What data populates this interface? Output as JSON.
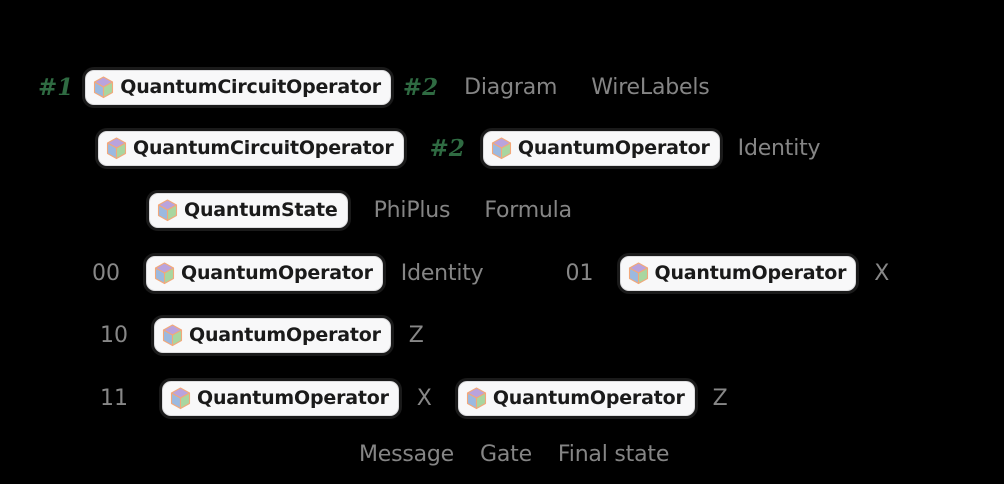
{
  "background_color": "#000000",
  "palette": {
    "pill_bg": "#f8f8f9",
    "pill_border": "#dcdcde",
    "pill_text": "#1a1a1a",
    "gray_label": "#858585",
    "green_ref": "#2f6b42",
    "cube_top": "#b9a3dd",
    "cube_left": "#9bb9e0",
    "cube_right": "#a9d6a0",
    "cube_edge": "#f2a87a"
  },
  "icons": {
    "cube": "cube-icon"
  },
  "rows": [
    {
      "id": "row1",
      "items": [
        {
          "kind": "ref",
          "text": "#1"
        },
        {
          "kind": "pill",
          "text": "QuantumCircuitOperator"
        },
        {
          "kind": "ref",
          "text": "#2"
        },
        {
          "kind": "gray",
          "text": "Diagram"
        },
        {
          "kind": "gray",
          "text": "WireLabels"
        }
      ]
    },
    {
      "id": "row2",
      "items": [
        {
          "kind": "pill",
          "text": "QuantumCircuitOperator"
        },
        {
          "kind": "ref",
          "text": "#2"
        },
        {
          "kind": "pill",
          "text": "QuantumOperator"
        },
        {
          "kind": "gray",
          "text": "Identity"
        }
      ]
    },
    {
      "id": "row3",
      "items": [
        {
          "kind": "pill",
          "text": "QuantumState"
        },
        {
          "kind": "gray",
          "text": "PhiPlus"
        },
        {
          "kind": "gray",
          "text": "Formula"
        }
      ]
    },
    {
      "id": "row4",
      "items": [
        {
          "kind": "bits",
          "text": "00"
        },
        {
          "kind": "pill",
          "text": "QuantumOperator"
        },
        {
          "kind": "gray",
          "text": "Identity"
        },
        {
          "kind": "bits",
          "text": "01"
        },
        {
          "kind": "pill",
          "text": "QuantumOperator"
        },
        {
          "kind": "gate",
          "text": "X"
        }
      ]
    },
    {
      "id": "row5",
      "items": [
        {
          "kind": "bits",
          "text": "10"
        },
        {
          "kind": "pill",
          "text": "QuantumOperator"
        },
        {
          "kind": "gate",
          "text": "Z"
        }
      ]
    },
    {
      "id": "row6",
      "items": [
        {
          "kind": "bits",
          "text": "11"
        },
        {
          "kind": "pill",
          "text": "QuantumOperator"
        },
        {
          "kind": "gate",
          "text": "X"
        },
        {
          "kind": "pill",
          "text": "QuantumOperator"
        },
        {
          "kind": "gate",
          "text": "Z"
        }
      ]
    },
    {
      "id": "row7",
      "items": [
        {
          "kind": "gray",
          "text": "Message"
        },
        {
          "kind": "gray",
          "text": "Gate"
        },
        {
          "kind": "gray",
          "text": "Final state"
        }
      ]
    }
  ],
  "row1": {
    "ref1": "#1",
    "pill1": "QuantumCircuitOperator",
    "ref2": "#2",
    "label1": "Diagram",
    "label2": "WireLabels"
  },
  "row2": {
    "pill1": "QuantumCircuitOperator",
    "ref1": "#2",
    "pill2": "QuantumOperator",
    "label1": "Identity"
  },
  "row3": {
    "pill1": "QuantumState",
    "label1": "PhiPlus",
    "label2": "Formula"
  },
  "row4": {
    "bits1": "00",
    "pill1": "QuantumOperator",
    "label1": "Identity",
    "bits2": "01",
    "pill2": "QuantumOperator",
    "gate1": "X"
  },
  "row5": {
    "bits1": "10",
    "pill1": "QuantumOperator",
    "gate1": "Z"
  },
  "row6": {
    "bits1": "11",
    "pill1": "QuantumOperator",
    "gate1": "X",
    "pill2": "QuantumOperator",
    "gate2": "Z"
  },
  "row7": {
    "label1": "Message",
    "label2": "Gate",
    "label3": "Final state"
  }
}
